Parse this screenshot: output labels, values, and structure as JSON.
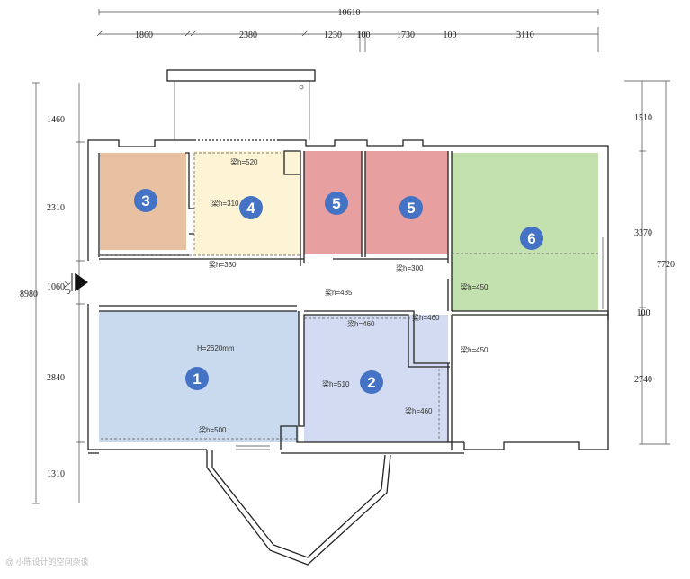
{
  "plan": {
    "dims_top": {
      "total": "10610",
      "segments": [
        "1860",
        "2380",
        "1230",
        "100",
        "1730",
        "100",
        "3110"
      ]
    },
    "dims_left": {
      "total": "8980",
      "segments": [
        "1460",
        "2310",
        "1060",
        "2840",
        "1310"
      ]
    },
    "dims_right": {
      "total": "7720",
      "segments": [
        "1510",
        "3370",
        "100",
        "2740"
      ]
    },
    "rooms": [
      {
        "num": "1",
        "color": "#c9d9ee"
      },
      {
        "num": "2",
        "color": "#d2dbf1"
      },
      {
        "num": "3",
        "color": "#e8c1a3"
      },
      {
        "num": "4",
        "color": "#fdf4d6"
      },
      {
        "num": "5",
        "color": "#e79fa0"
      },
      {
        "num": "5",
        "color": "#e79fa0"
      },
      {
        "num": "6",
        "color": "#c3e0af"
      }
    ],
    "badge_color": "#4472c4",
    "beams": [
      "梁h=520",
      "梁h=310",
      "梁h=330",
      "梁h=300",
      "梁h=485",
      "梁h=450",
      "梁h=460",
      "梁h=460",
      "梁h=450",
      "H=2620mm",
      "梁h=510",
      "梁h=460",
      "梁h=500"
    ],
    "entrance_label": "入户",
    "watermark": "@ 小陈设计的空间杂谈"
  }
}
